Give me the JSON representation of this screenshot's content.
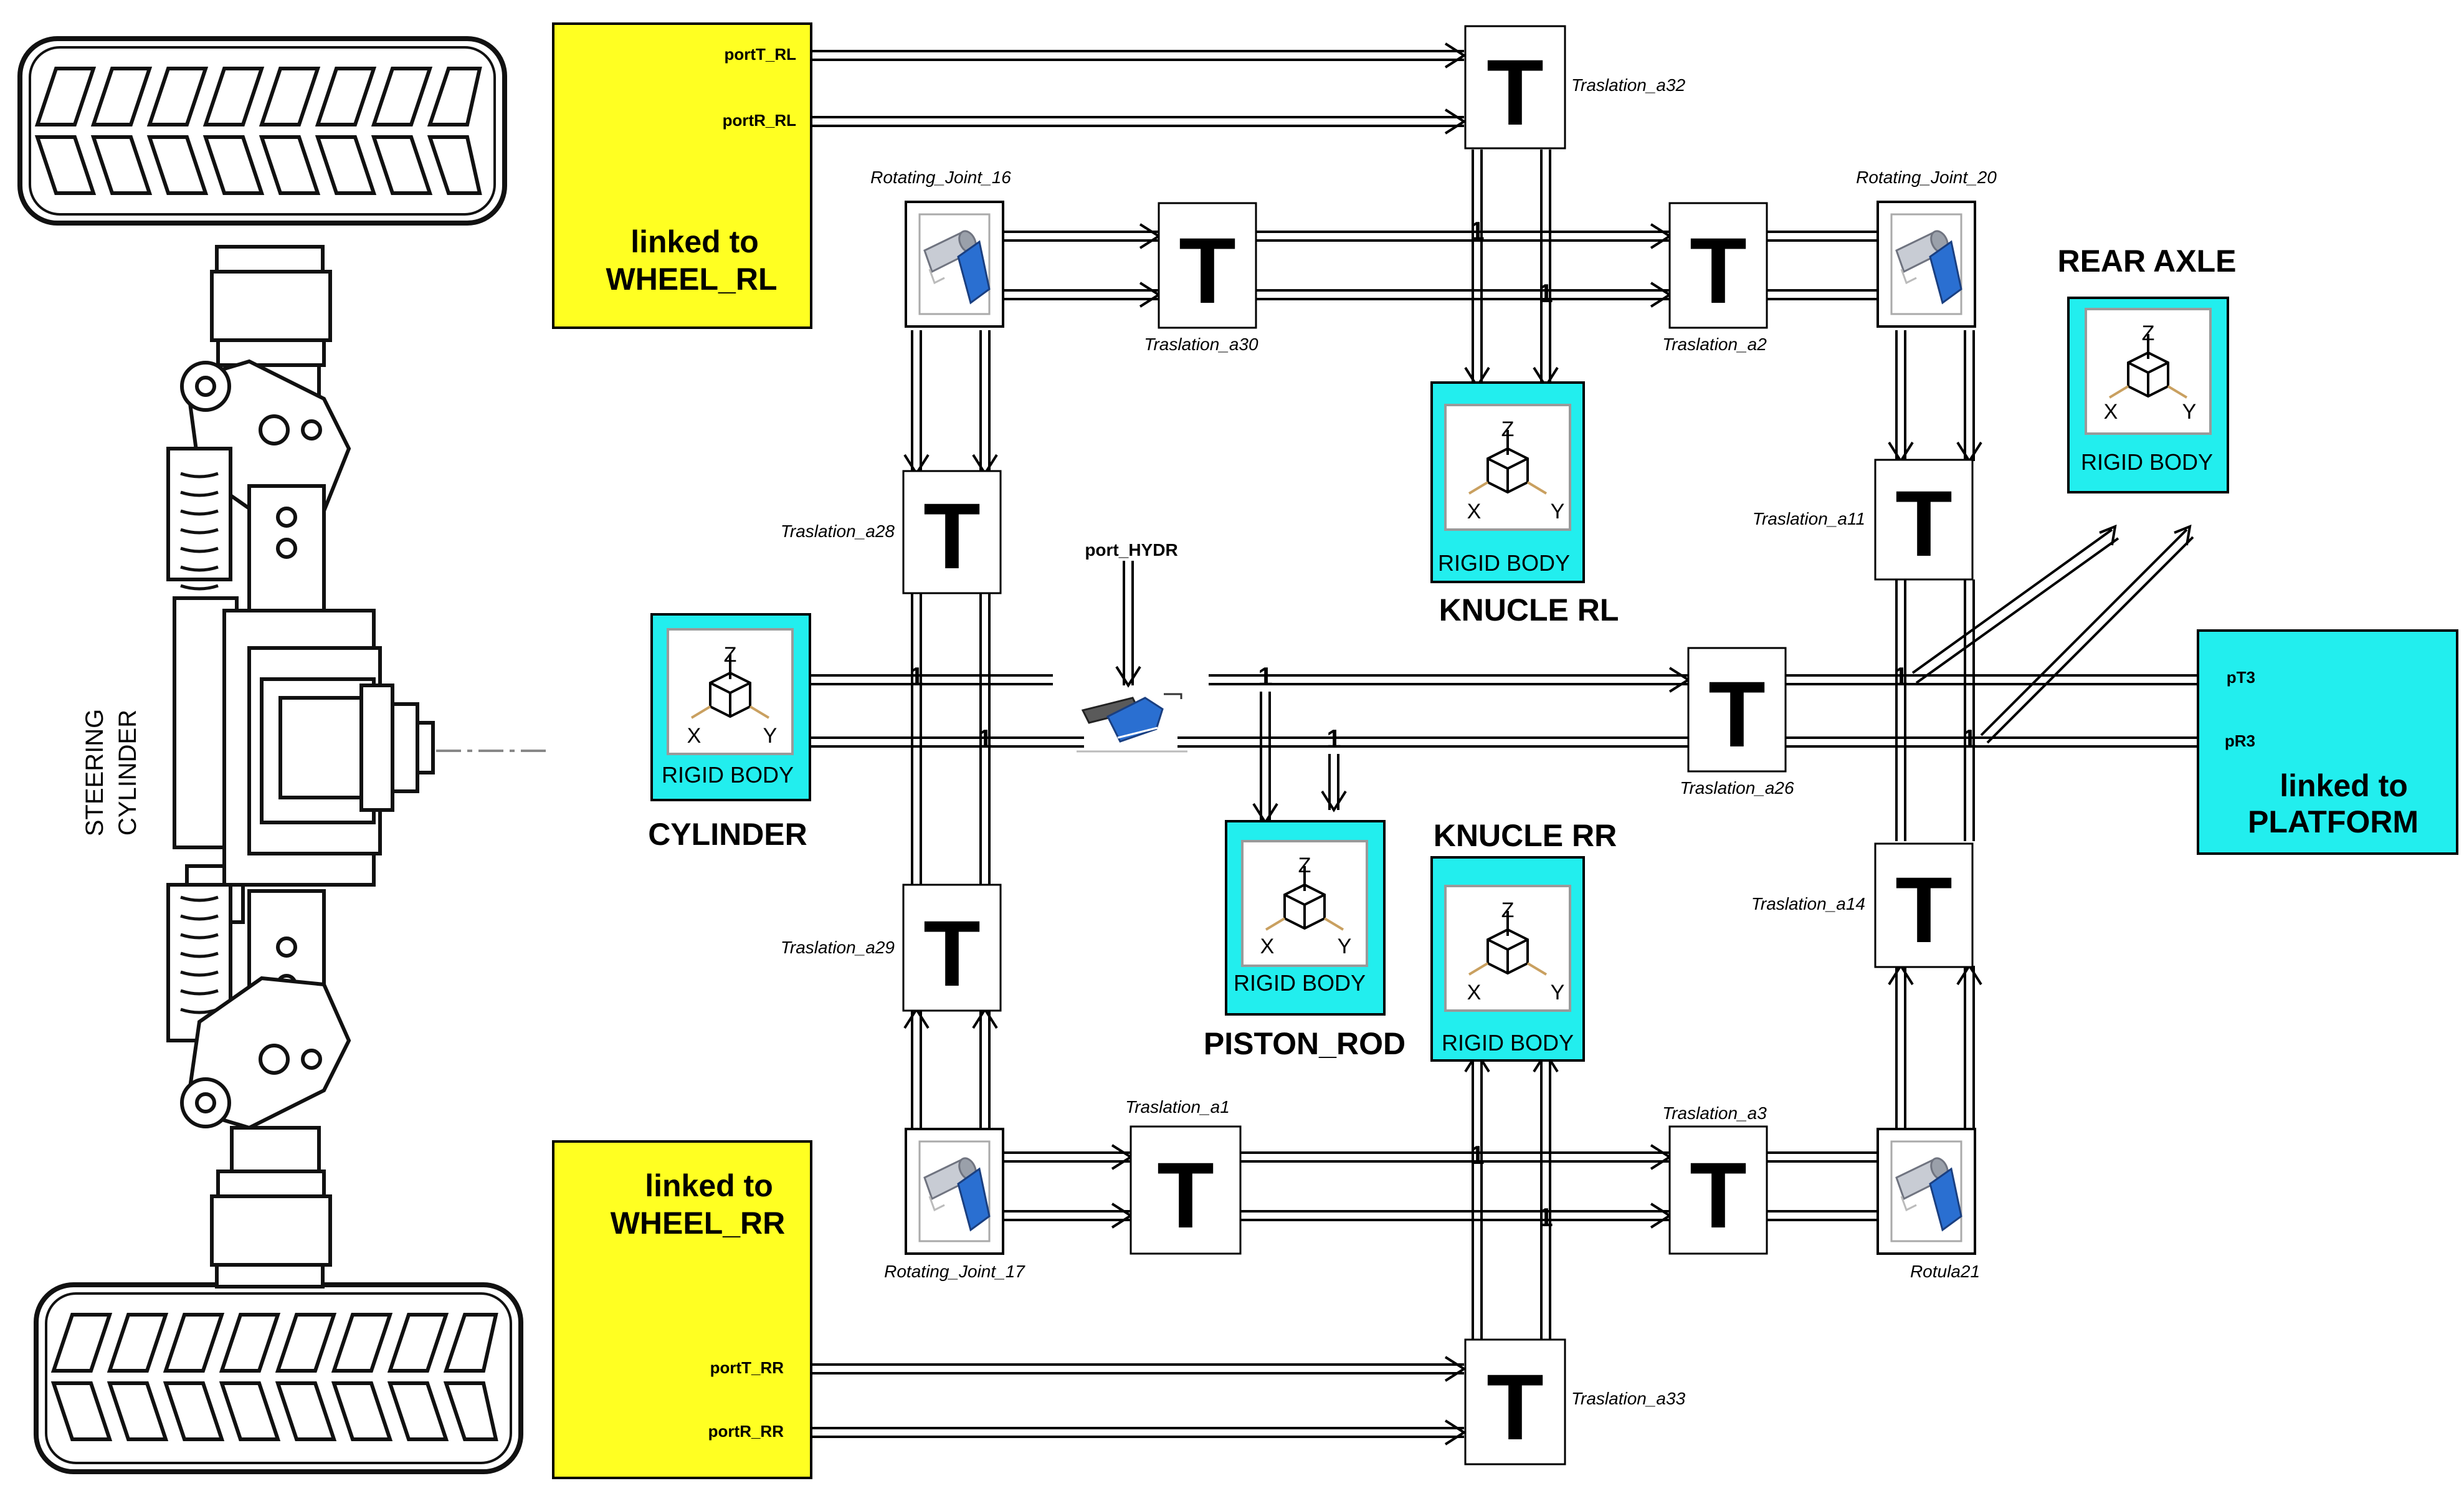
{
  "colors": {
    "port_box": "#ffff22",
    "rigid_box": "#22eeee",
    "line": "#000000",
    "joint_blue": "#2a6fd1"
  },
  "left_panel": {
    "steering_cylinder_label_line1": "STEERING",
    "steering_cylinder_label_line2": "CYLINDER"
  },
  "wheel_rl_box": {
    "port_t": "portT_RL",
    "port_r": "portR_RL",
    "title_line1": "linked to",
    "title_line2": "WHEEL_RL"
  },
  "wheel_rr_box": {
    "port_t": "portT_RR",
    "port_r": "portR_RR",
    "title_line1": "linked to",
    "title_line2": "WHEEL_RR"
  },
  "platform_box": {
    "port_t": "pT3",
    "port_r": "pR3",
    "title_line1": "linked to",
    "title_line2": "PLATFORM"
  },
  "translation_glyph": "T",
  "junction_label": "1",
  "rigid_body_text": "RIGID BODY",
  "axes": {
    "z": "Z",
    "x": "X",
    "y": "Y"
  },
  "translations": {
    "a32": "Traslation_a32",
    "a30": "Traslation_a30",
    "a2": "Traslation_a2",
    "a28": "Traslation_a28",
    "a11": "Traslation_a11",
    "a26": "Traslation_a26",
    "a29": "Traslation_a29",
    "a14": "Traslation_a14",
    "a1": "Traslation_a1",
    "a3": "Traslation_a3",
    "a33": "Traslation_a33"
  },
  "joints": {
    "j16": "Rotating_Joint_16",
    "j20": "Rotating_Joint_20",
    "j17": "Rotating_Joint_17",
    "j21": "Rotula21"
  },
  "rigid_bodies": {
    "knucle_rl": "KNUCLE RL",
    "knucle_rr": "KNUCLE RR",
    "cylinder": "CYLINDER",
    "piston_rod": "PISTON_ROD",
    "rear_axle": "REAR AXLE"
  },
  "port_hydr": "port_HYDR"
}
